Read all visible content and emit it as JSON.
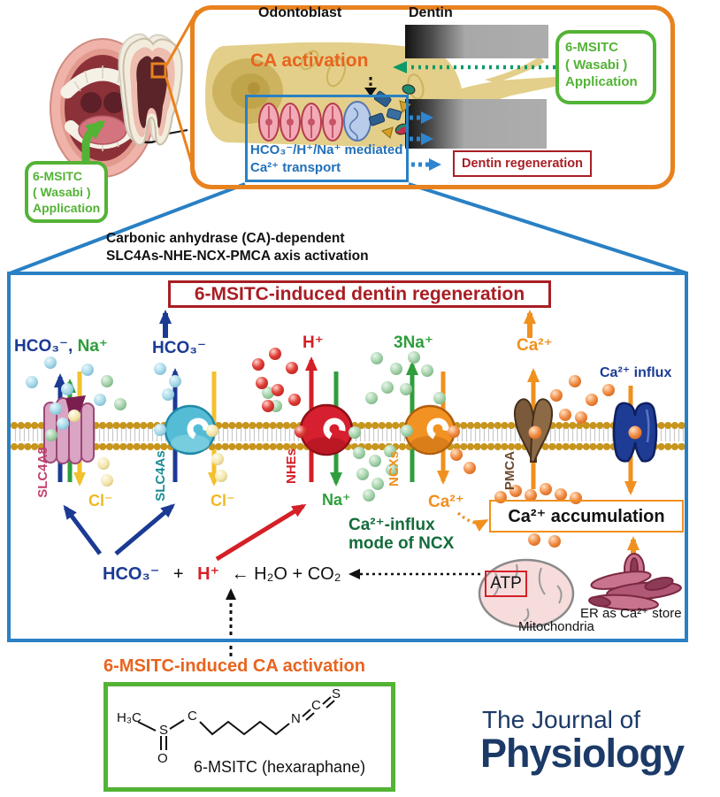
{
  "top": {
    "app_box_left": {
      "lines": [
        "6-MSITC",
        "( Wasabi )",
        "Application"
      ]
    },
    "inset": {
      "odontoblast": "Odontoblast",
      "dentin": "Dentin",
      "ca_activation": "CA activation",
      "transport_line1": "HCO₃⁻/H⁺/Na⁺ mediated",
      "transport_line2": "Ca²⁺ transport",
      "dentin_regeneration": "Dentin regeneration",
      "app_box_right": {
        "lines": [
          "6-MSITC",
          "( Wasabi )",
          "Application"
        ]
      }
    }
  },
  "caption": {
    "line1": "Carbonic anhydrase (CA)-dependent",
    "line2": "SLC4As-NHE-NCX-PMCA axis activation"
  },
  "main": {
    "title": "6-MSITC-induced dentin regeneration",
    "ions": {
      "hco3_na_a": "HCO₃⁻,",
      "hco3_na_b": " Na⁺",
      "hco3_b": "HCO₃⁻",
      "h": "H⁺",
      "na3": "3Na⁺",
      "ca": "Ca²⁺",
      "ca_influx": "Ca²⁺ influx",
      "cl_a": "Cl⁻",
      "cl_b": "Cl⁻",
      "na_in": "Na⁺",
      "ca_in": "Ca²⁺"
    },
    "transporters": {
      "slc4a8": "SLC4A8",
      "slc4as": "SLC4As",
      "nhes": "NHEs",
      "ncxs": "NCXs",
      "pmca": "PMCA"
    },
    "ncx_mode": {
      "line1": "Ca²⁺-influx",
      "line2": "mode of NCX"
    },
    "ca_accumulation": "Ca²⁺ accumulation",
    "equation": {
      "hco3": "HCO₃⁻",
      "plus": "+",
      "h": "H⁺",
      "rest": "← H₂O + CO₂"
    },
    "atp": "ATP",
    "mitochondria": "Mitochondria",
    "er": "ER as Ca²⁺ store"
  },
  "bottom": {
    "ca_activation_title": "6-MSITC-induced CA activation",
    "molecule": {
      "h3c": "H₃C",
      "s1": "S",
      "o": "O",
      "c1": "C",
      "n": "N",
      "c2": "C",
      "s2": "S",
      "name": "6-MSITC (hexaraphane)"
    },
    "journal_line1": "The Journal of",
    "journal_line2": "Physiology"
  },
  "colors": {
    "orange_frame": "#E8821E",
    "blue_frame": "#2980C4",
    "green_frame": "#53B335",
    "dark_red": "#A81E24",
    "navy": "#1B3A94",
    "green_ion": "#2E9E3C",
    "red_ion": "#D42027",
    "orange_ion": "#F0901E",
    "yellow_cl": "#F0B822",
    "teal_arrow": "#0C9A66",
    "journal_navy": "#1C3A68",
    "ca_activation_orange": "#E8641E"
  }
}
